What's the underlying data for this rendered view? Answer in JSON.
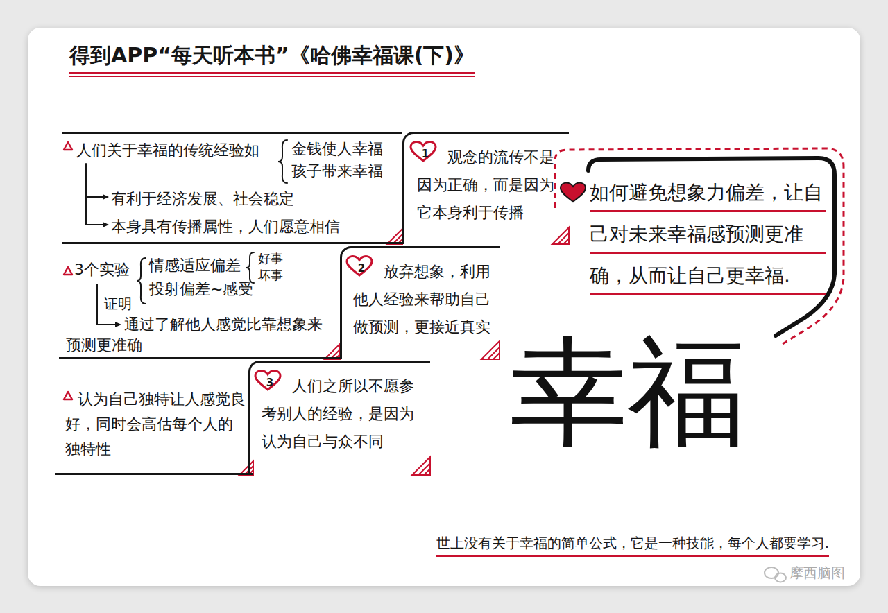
{
  "diagram": {
    "title": "得到APP“每天听本书”《哈佛幸福课(下)》",
    "caption": "世上没有关于幸福的简单公式，它是一种技能，每个人都要学习.",
    "nodes": [
      {
        "text": [
          "人们关于幸福的传统经验如",
          "金钱使人幸福",
          "孩子带来幸福",
          "有利于经济发展、社会稳定",
          "本身具有传播属性，人们愿意相信"
        ]
      },
      {
        "text": [
          "1",
          "观念的流传不是因为正确，而是因为它本身利于传播"
        ]
      },
      {
        "text": [
          "3个实验",
          "情感适应偏差",
          "投射偏差~感受",
          "好事",
          "坏事",
          "证明",
          "通过了解他人感觉比靠想象来预测更准确"
        ]
      },
      {
        "text": [
          "2",
          "放弃想象，利用他人经验来帮助自己做预测，更接近真实"
        ]
      },
      {
        "text": [
          "认为自己独特让人感觉良好，同时会高估每个人的独特性"
        ]
      },
      {
        "text": [
          "3",
          "人们之所以不愿参考别人的经验，是因为认为自己与众不同"
        ]
      },
      {
        "text": [
          "如何避免想象力偏差，让自己对未来幸福感预测更准确，从而让自己更幸福."
        ]
      }
    ],
    "labels": [
      "幸福",
      "摩西脑图"
    ]
  }
}
